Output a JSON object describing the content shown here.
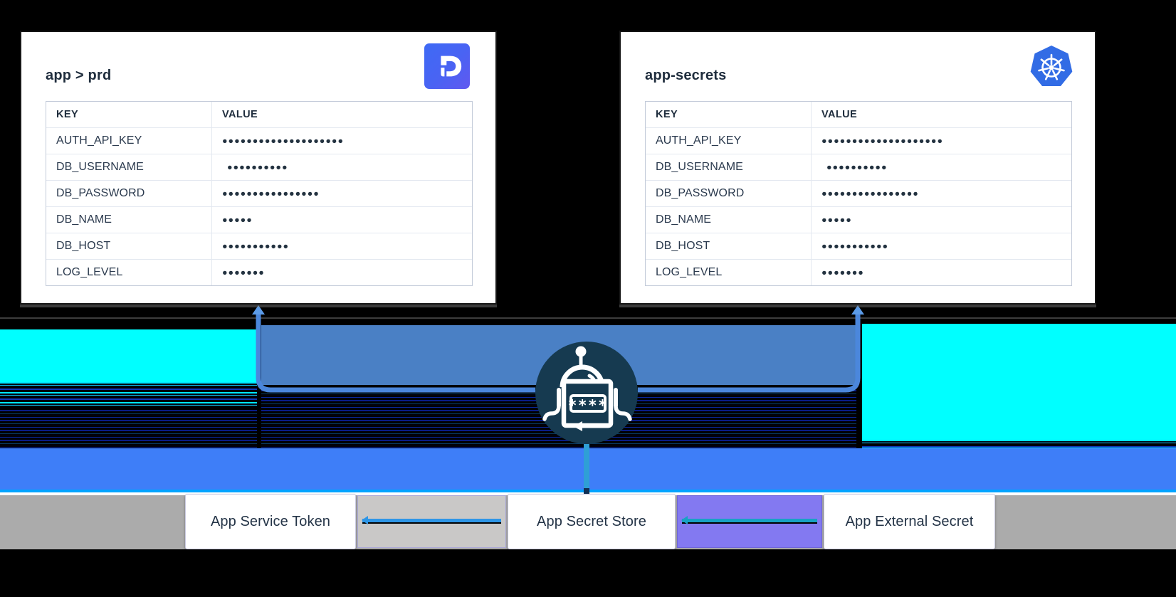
{
  "panels": {
    "doppler": {
      "title": "app > prd",
      "logo_icon": "doppler-logo",
      "table": {
        "headers": [
          "KEY",
          "VALUE"
        ],
        "rows": [
          {
            "key": "AUTH_API_KEY",
            "dots": 20
          },
          {
            "key": "DB_USERNAME",
            "dots": 10,
            "indent": true
          },
          {
            "key": "DB_PASSWORD",
            "dots": 16
          },
          {
            "key": "DB_NAME",
            "dots": 5
          },
          {
            "key": "DB_HOST",
            "dots": 11
          },
          {
            "key": "LOG_LEVEL",
            "dots": 7
          }
        ]
      }
    },
    "kubernetes": {
      "title": "app-secrets",
      "logo_icon": "kubernetes-logo",
      "table": {
        "headers": [
          "KEY",
          "VALUE"
        ],
        "rows": [
          {
            "key": "AUTH_API_KEY",
            "dots": 20
          },
          {
            "key": "DB_USERNAME",
            "dots": 10,
            "indent": true
          },
          {
            "key": "DB_PASSWORD",
            "dots": 16
          },
          {
            "key": "DB_NAME",
            "dots": 5
          },
          {
            "key": "DB_HOST",
            "dots": 11
          },
          {
            "key": "LOG_LEVEL",
            "dots": 7
          }
        ]
      }
    }
  },
  "sync_bot": {
    "icon": "password-sync-robot-icon",
    "password_mask": "****"
  },
  "bottom_row": {
    "boxes": [
      {
        "label": "App  Service Token"
      },
      {
        "label": "App Secret Store"
      },
      {
        "label": "App External Secret"
      }
    ]
  },
  "colors": {
    "background": "#000000",
    "cyan_band": "#00FFFF",
    "steel_band": "#4A80C5",
    "bracket_blue": "#4B87DC",
    "robot_circle": "#163A50",
    "blue_band": "#3E7EF8",
    "gray_band": "#ABABAB",
    "connector_gray": "#C9C8C7",
    "connector_purple": "#8379F1",
    "connector_line_blue": "#2E96E6",
    "connector_line_teal": "#18A2C4",
    "doppler_gradient_start": "#3E6AF5",
    "doppler_gradient_end": "#6158F0",
    "kubernetes_blue": "#326CE5",
    "text_navy": "#1F2D3D"
  }
}
